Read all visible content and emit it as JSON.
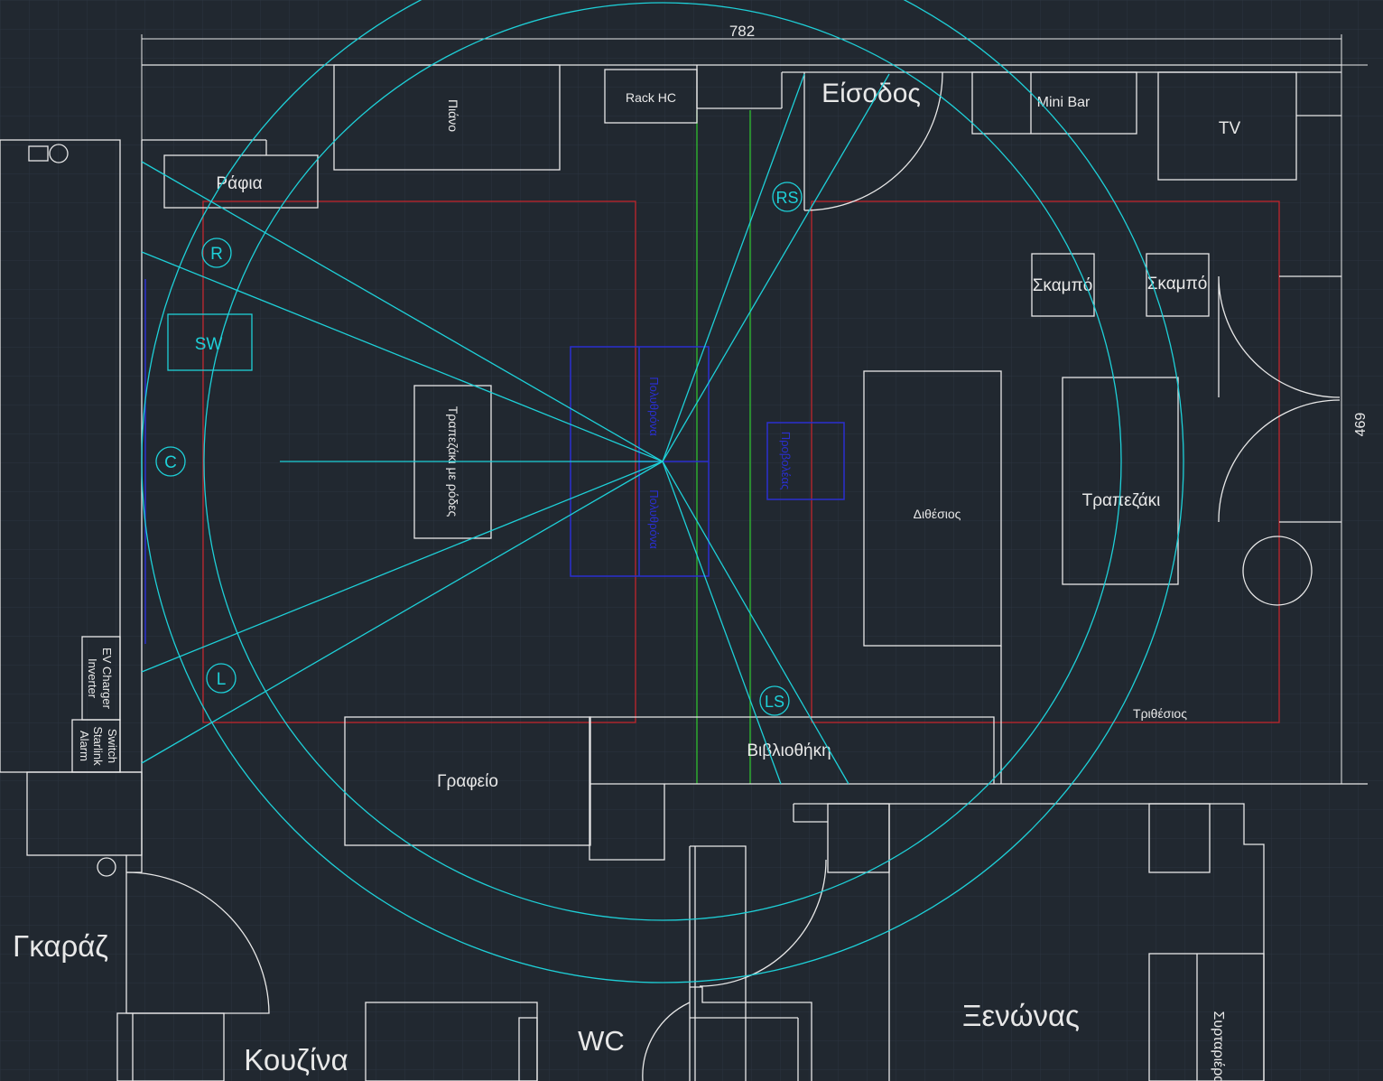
{
  "dimensions": {
    "width": "782",
    "height": "469"
  },
  "rooms": {
    "entrance": "Είσοδος",
    "garage": "Γκαράζ",
    "kitchen": "Κουζίνα",
    "wc": "WC",
    "guest_room": "Ξενώνας"
  },
  "furniture": {
    "piano": "Πιάνο",
    "rack": "Rack HC",
    "mini_bar": "Mini Bar",
    "tv": "TV",
    "shelves": "Ράφια",
    "stool_1": "Σκαμπό",
    "stool_2": "Σκαμπό",
    "wheeled_table": "Τραπεζάκι με ρόδες",
    "two_seater": "Διθέσιος",
    "coffee_table": "Τραπεζάκι",
    "three_seater": "Τριθέσιος",
    "desk": "Γραφείο",
    "bookcase": "Βιβλιοθήκη",
    "ev_charger": "EV Charger",
    "inverter": "Inverter",
    "switch": "Switch",
    "starlink": "Starlink",
    "alarm": "Alarm",
    "closet": "Συρταριέρα"
  },
  "projection": {
    "armchair_1": "Πολυθρόνα",
    "armchair_2": "Πολυθρόνα",
    "projector": "Προβολέας"
  },
  "speakers": {
    "right": "R",
    "center": "C",
    "left": "L",
    "subwoofer": "SW",
    "right_surround": "RS",
    "left_surround": "LS"
  },
  "colors": {
    "background": "#212830",
    "walls": "#e8e8e8",
    "speaker_lines": "#1ed0d8",
    "zone": "#c0262c",
    "projection": "#2a2fd0",
    "axis": "#2fc02f"
  }
}
